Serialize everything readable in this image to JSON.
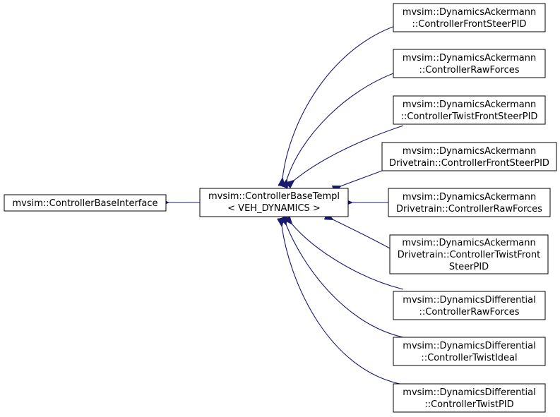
{
  "colors": {
    "edge": "#191970",
    "node_border": "#000000",
    "node_fill": "#ffffff",
    "text": "#000000"
  },
  "nodes": {
    "base_interface": {
      "lines": [
        "mvsim::ControllerBaseInterface"
      ]
    },
    "base_templ": {
      "lines": [
        "mvsim::ControllerBaseTempl",
        "< VEH_DYNAMICS >"
      ]
    },
    "ack_front_steer_pid": {
      "lines": [
        "mvsim::DynamicsAckermann",
        "::ControllerFrontSteerPID"
      ]
    },
    "ack_raw_forces": {
      "lines": [
        "mvsim::DynamicsAckermann",
        "::ControllerRawForces"
      ]
    },
    "ack_twist_front_steer_pid": {
      "lines": [
        "mvsim::DynamicsAckermann",
        "::ControllerTwistFrontSteerPID"
      ]
    },
    "ackdt_front_steer_pid": {
      "lines": [
        "mvsim::DynamicsAckermann",
        "Drivetrain::ControllerFrontSteerPID"
      ]
    },
    "ackdt_raw_forces": {
      "lines": [
        "mvsim::DynamicsAckermann",
        "Drivetrain::ControllerRawForces"
      ]
    },
    "ackdt_twist_front_steer_pid": {
      "lines": [
        "mvsim::DynamicsAckermann",
        "Drivetrain::ControllerTwistFront",
        "SteerPID"
      ]
    },
    "diff_raw_forces": {
      "lines": [
        "mvsim::DynamicsDifferential",
        "::ControllerRawForces"
      ]
    },
    "diff_twist_ideal": {
      "lines": [
        "mvsim::DynamicsDifferential",
        "::ControllerTwistIdeal"
      ]
    },
    "diff_twist_pid": {
      "lines": [
        "mvsim::DynamicsDifferential",
        "::ControllerTwistPID"
      ]
    }
  }
}
